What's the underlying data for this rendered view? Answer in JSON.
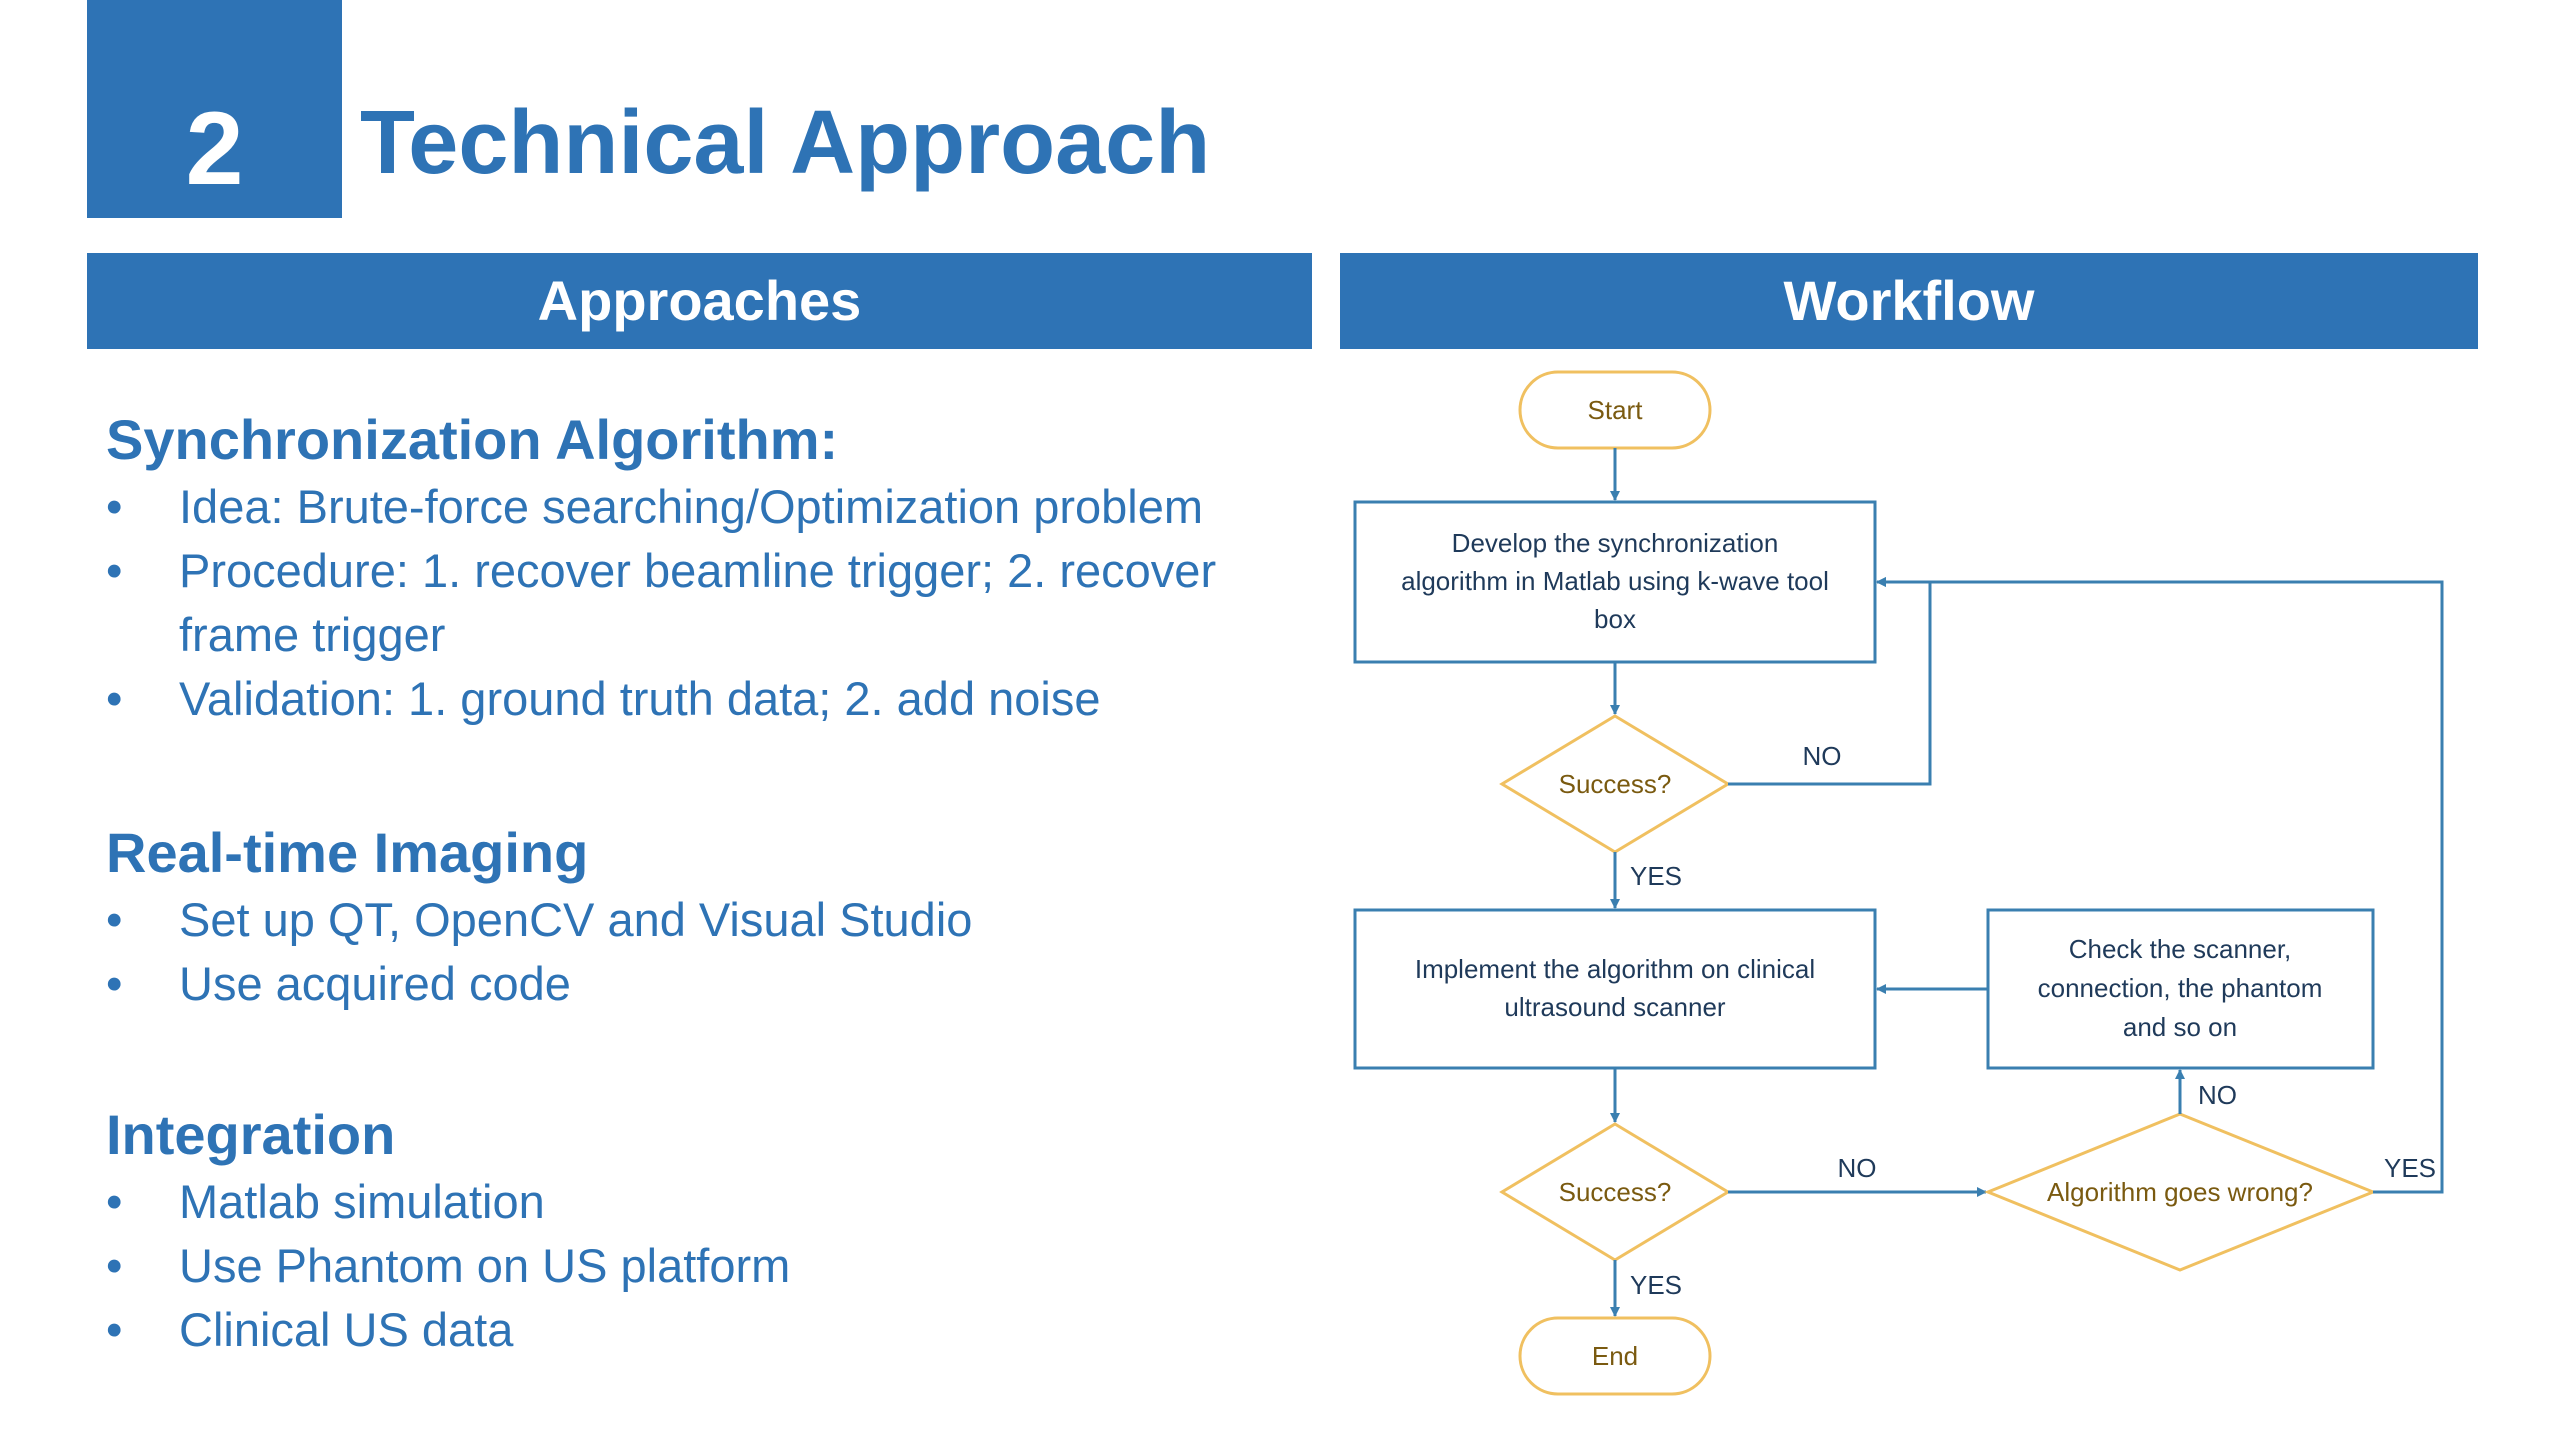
{
  "header": {
    "section_number": "2",
    "title": "Technical Approach"
  },
  "columns": {
    "left_title": "Approaches",
    "right_title": "Workflow"
  },
  "approaches": [
    {
      "heading": "Synchronization Algorithm:",
      "items": [
        "Idea: Brute-force searching/Optimization problem",
        "Procedure: 1. recover beamline trigger; 2. recover frame trigger",
        "Validation: 1. ground truth data; 2. add noise"
      ]
    },
    {
      "heading": "Real-time Imaging",
      "items": [
        "Set up QT, OpenCV and Visual Studio",
        "Use acquired code"
      ]
    },
    {
      "heading": "Integration",
      "items": [
        "Matlab simulation",
        "Use Phantom on US platform",
        "Clinical US data"
      ]
    }
  ],
  "bullet_glyph": "•",
  "workflow": {
    "start": "Start",
    "develop": [
      "Develop the synchronization",
      "algorithm in Matlab using k-wave tool",
      "box"
    ],
    "decision1": "Success?",
    "implement": [
      "Implement the algorithm on clinical",
      "ultrasound scanner"
    ],
    "check": [
      "Check the scanner,",
      "connection, the phantom",
      "and so on"
    ],
    "decision2": "Success?",
    "decision3": "Algorithm goes wrong?",
    "end": "End",
    "labels": {
      "no": "NO",
      "yes": "YES"
    }
  },
  "colors": {
    "accent": "#2e73b5",
    "terminal_border": "#f0c060",
    "connector": "#3a7fb0"
  }
}
